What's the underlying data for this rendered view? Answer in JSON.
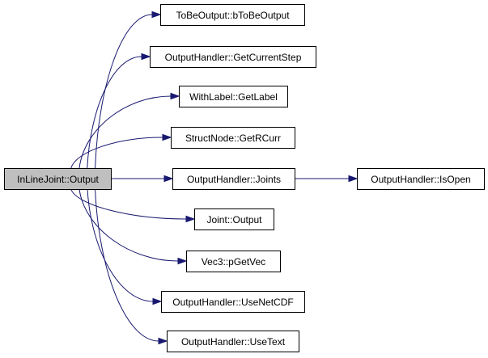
{
  "diagram": {
    "root": {
      "id": "inline-joint-output",
      "label": "InLineJoint::Output"
    },
    "nodes": [
      {
        "id": "to-be-output-b-to-be-output",
        "label": "ToBeOutput::bToBeOutput"
      },
      {
        "id": "output-handler-get-current-step",
        "label": "OutputHandler::GetCurrentStep"
      },
      {
        "id": "with-label-get-label",
        "label": "WithLabel::GetLabel"
      },
      {
        "id": "struct-node-get-r-curr",
        "label": "StructNode::GetRCurr"
      },
      {
        "id": "output-handler-joints",
        "label": "OutputHandler::Joints"
      },
      {
        "id": "output-handler-is-open",
        "label": "OutputHandler::IsOpen"
      },
      {
        "id": "joint-output",
        "label": "Joint::Output"
      },
      {
        "id": "vec3-p-get-vec",
        "label": "Vec3::pGetVec"
      },
      {
        "id": "output-handler-use-net-cdf",
        "label": "OutputHandler::UseNetCDF"
      },
      {
        "id": "output-handler-use-text",
        "label": "OutputHandler::UseText"
      }
    ],
    "edges": [
      {
        "from": "inline-joint-output",
        "to": "to-be-output-b-to-be-output"
      },
      {
        "from": "inline-joint-output",
        "to": "output-handler-get-current-step"
      },
      {
        "from": "inline-joint-output",
        "to": "with-label-get-label"
      },
      {
        "from": "inline-joint-output",
        "to": "struct-node-get-r-curr"
      },
      {
        "from": "inline-joint-output",
        "to": "output-handler-joints"
      },
      {
        "from": "output-handler-joints",
        "to": "output-handler-is-open"
      },
      {
        "from": "inline-joint-output",
        "to": "joint-output"
      },
      {
        "from": "inline-joint-output",
        "to": "vec3-p-get-vec"
      },
      {
        "from": "inline-joint-output",
        "to": "output-handler-use-net-cdf"
      },
      {
        "from": "inline-joint-output",
        "to": "output-handler-use-text"
      }
    ],
    "colors": {
      "edge": "#191970",
      "root_fill": "#bfbfbf",
      "node_fill": "#ffffff",
      "border": "#000000"
    }
  }
}
